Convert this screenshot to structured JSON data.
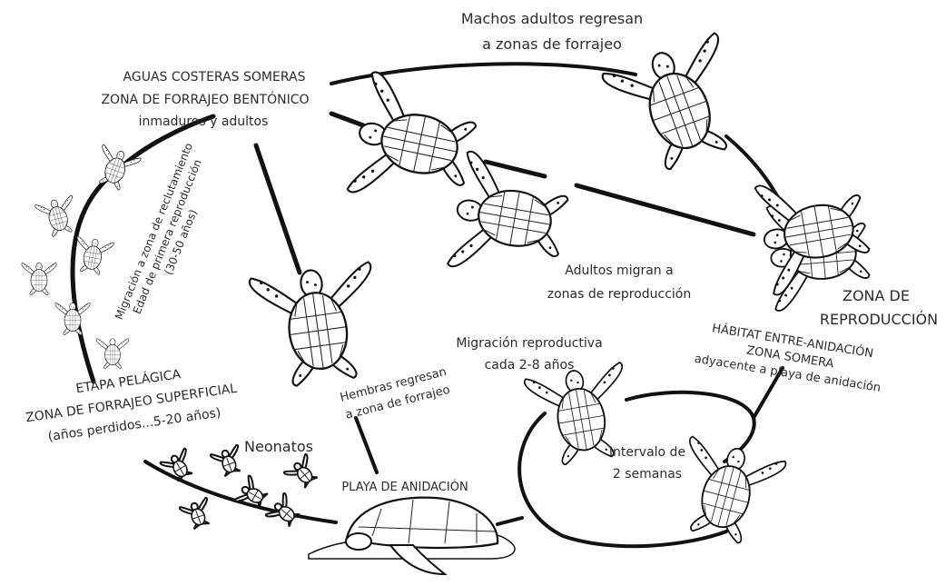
{
  "labels": {
    "males_return_l1": "Machos adultos regresan",
    "males_return_l2": "a zonas de forrajeo",
    "coastal_l1": "AGUAS COSTERAS SOMERAS",
    "coastal_l2": "ZONA DE FORRAJEO BENTÓNICO",
    "coastal_l3": "inmaduros y adultos",
    "recruit_l1": "Migración a zona de reclutamiento",
    "recruit_l2": "Edad de primera reproducción",
    "recruit_l3": "(30-50 años)",
    "adults_migrate_l1": "Adultos migran a",
    "adults_migrate_l2": "zonas de reproducción",
    "breeding_zone_l1": "ZONA DE",
    "breeding_zone_l2": "REPRODUCCIÓN",
    "internesting_l1": "HÁBITAT ENTRE-ANIDACIÓN",
    "internesting_l2": "ZONA SOMERA",
    "internesting_l3": "adyacente a playa de anidación",
    "repro_migration_l1": "Migración reproductiva",
    "repro_migration_l2": "cada 2-8 años",
    "pelagic_l1": "ETÁPA PELÁGICA",
    "pelagic_l2": "ZONA DE FORRAJEO SUPERFICIAL",
    "pelagic_l3": "(años perdidos...5-20 años)",
    "females_return_l1": "Hembras regresan",
    "females_return_l2": "a zona de forrajeo",
    "hatchlings": "Neonatos",
    "nesting_beach": "PLAYA DE ANIDACIÓN",
    "interval_l1": "Intervalo de",
    "interval_l2": "2 semanas"
  }
}
